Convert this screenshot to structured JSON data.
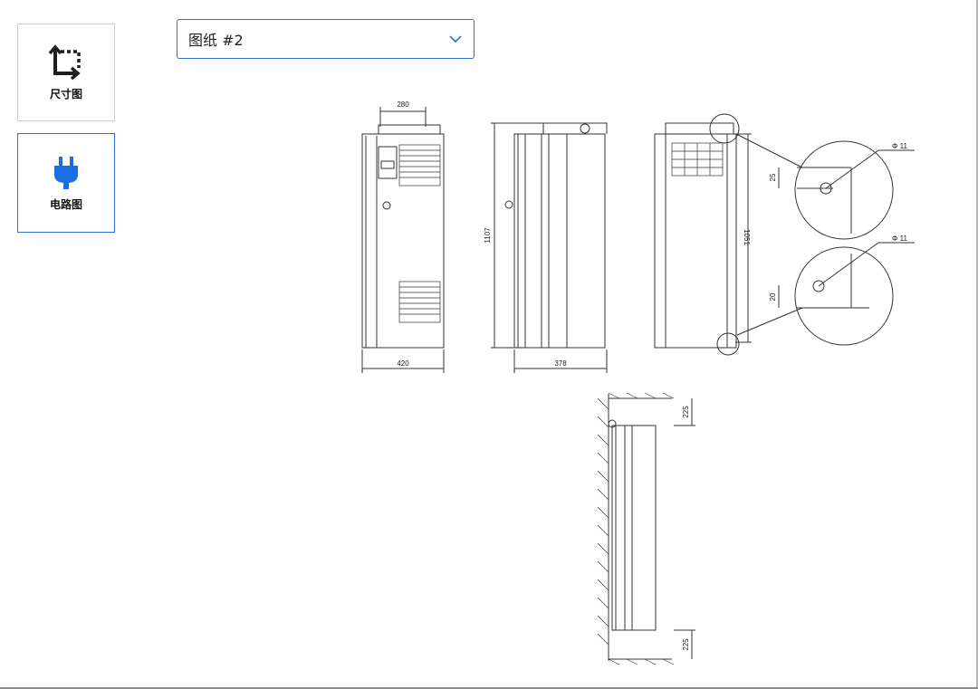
{
  "sidebar": {
    "items": [
      {
        "label": "尺寸图",
        "icon": "crop-icon",
        "active": false
      },
      {
        "label": "电路图",
        "icon": "plug-icon",
        "active": true
      }
    ]
  },
  "drawing_select": {
    "value": "图纸 #2"
  },
  "drawing": {
    "dims": {
      "top_width": "280",
      "height_front": "1107",
      "width_front": "420",
      "depth": "378",
      "height_back": "1051",
      "hole_dia_top": "Φ 11",
      "hole_dia_bottom": "Φ 11",
      "hole_offset_top": "25",
      "hole_offset_bottom": "20",
      "clearance_top": "225",
      "clearance_bottom": "225"
    }
  },
  "colors": {
    "accent": "#2a6fd6",
    "icon": "#1f1f1f",
    "plug": "#1a6fe0"
  }
}
